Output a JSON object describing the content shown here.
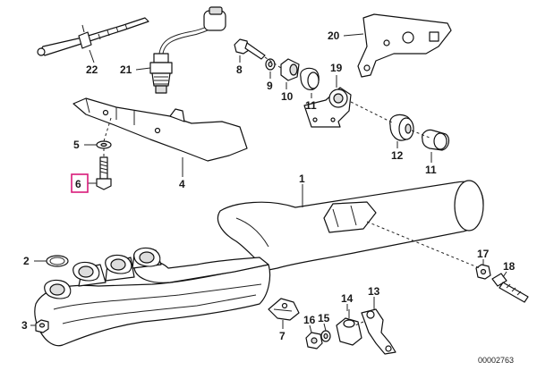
{
  "diagram": {
    "reference_number": "00002763",
    "highlighted_part": "6",
    "highlight_color": "#d81b7a",
    "callouts": [
      {
        "id": "1",
        "text": "1"
      },
      {
        "id": "2",
        "text": "2"
      },
      {
        "id": "3",
        "text": "3"
      },
      {
        "id": "4",
        "text": "4"
      },
      {
        "id": "5",
        "text": "5"
      },
      {
        "id": "6",
        "text": "6"
      },
      {
        "id": "7",
        "text": "7"
      },
      {
        "id": "8",
        "text": "8"
      },
      {
        "id": "9",
        "text": "9"
      },
      {
        "id": "10",
        "text": "10"
      },
      {
        "id": "11a",
        "text": "11"
      },
      {
        "id": "11b",
        "text": "11"
      },
      {
        "id": "12",
        "text": "12"
      },
      {
        "id": "13",
        "text": "13"
      },
      {
        "id": "14",
        "text": "14"
      },
      {
        "id": "15",
        "text": "15"
      },
      {
        "id": "16",
        "text": "16"
      },
      {
        "id": "17",
        "text": "17"
      },
      {
        "id": "18",
        "text": "18"
      },
      {
        "id": "19",
        "text": "19"
      },
      {
        "id": "20",
        "text": "20"
      },
      {
        "id": "21",
        "text": "21"
      },
      {
        "id": "22",
        "text": "22"
      }
    ]
  }
}
